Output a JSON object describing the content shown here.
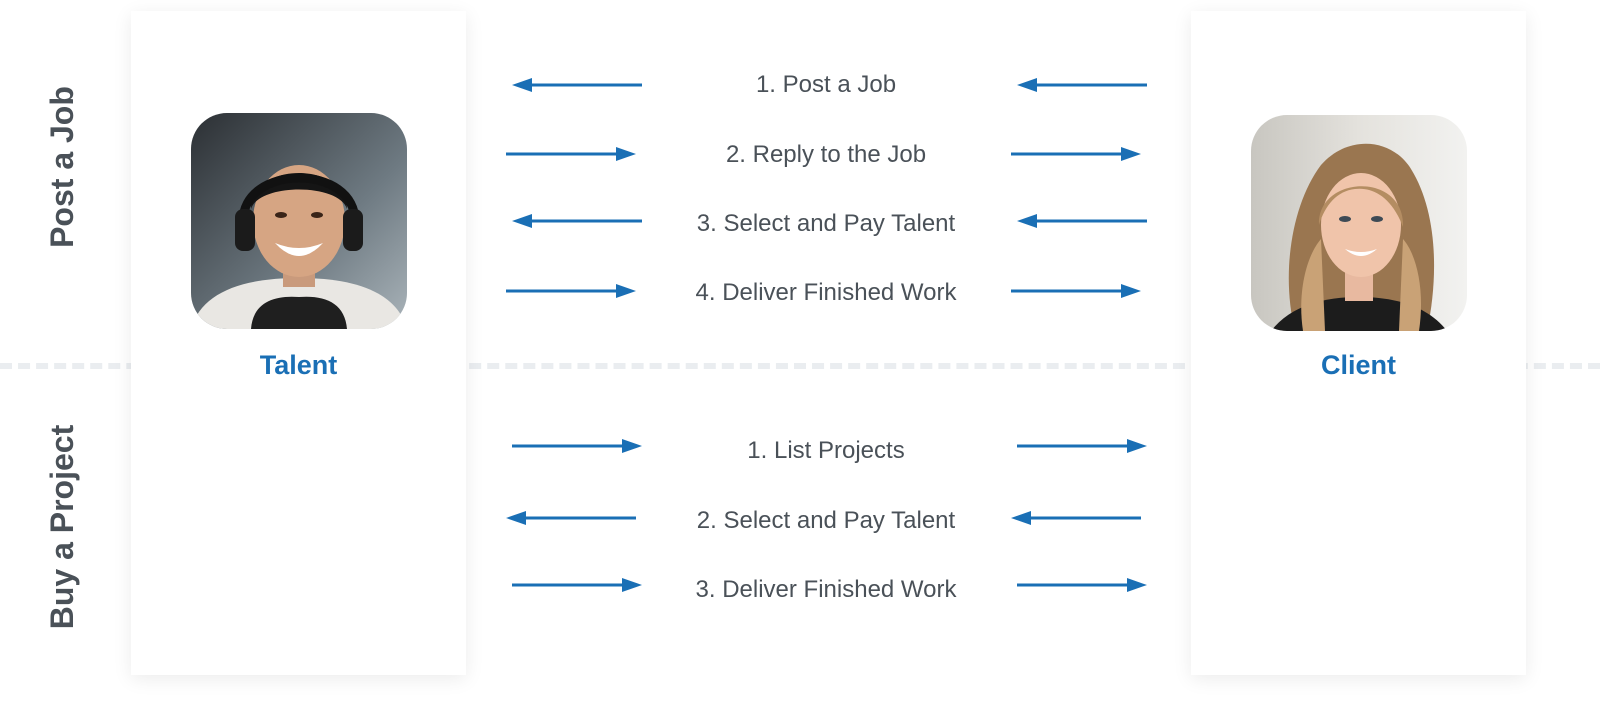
{
  "colors": {
    "accent": "#1a6fb5",
    "text": "#4a5158",
    "divider": "#eaedf0"
  },
  "sections": {
    "post_a_job": {
      "title": "Post a Job",
      "steps": [
        {
          "label": "1. Post a Job",
          "direction": "left"
        },
        {
          "label": "2. Reply to the Job",
          "direction": "right"
        },
        {
          "label": "3. Select and Pay Talent",
          "direction": "left"
        },
        {
          "label": "4. Deliver Finished Work",
          "direction": "right"
        }
      ]
    },
    "buy_a_project": {
      "title": "Buy a Project",
      "steps": [
        {
          "label": "1. List Projects",
          "direction": "right"
        },
        {
          "label": "2. Select and Pay Talent",
          "direction": "left"
        },
        {
          "label": "3. Deliver Finished Work",
          "direction": "right"
        }
      ]
    }
  },
  "talent": {
    "label": "Talent"
  },
  "client": {
    "label": "Client"
  }
}
